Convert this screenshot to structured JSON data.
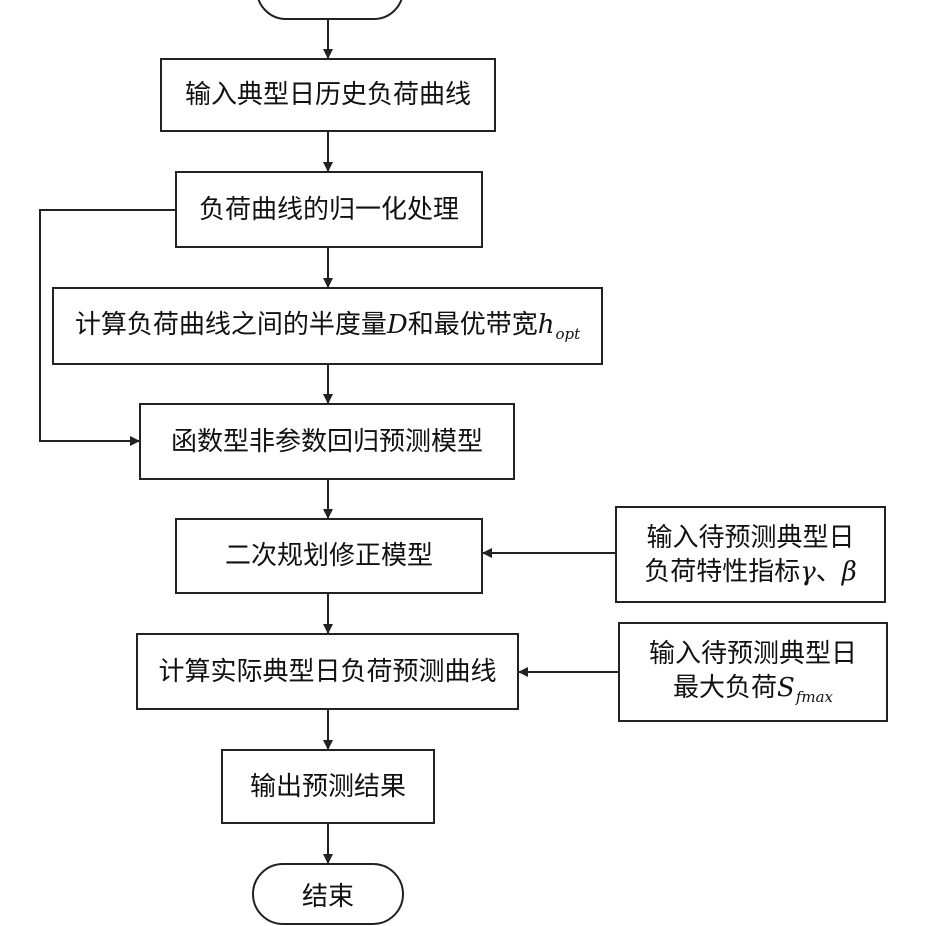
{
  "nodes": {
    "start": {
      "label": ""
    },
    "input_history": {
      "label": "输入典型日历史负荷曲线"
    },
    "normalize": {
      "label": "负荷曲线的归一化处理"
    },
    "compute": {
      "text": "计算负荷曲线之间的半度量",
      "sym_d": "D",
      "mid": "和最优带宽",
      "sym_h": "h",
      "sub_h": "opt"
    },
    "regression": {
      "label": "函数型非参数回归预测模型"
    },
    "qp": {
      "label": "二次规划修正模型"
    },
    "input_index": {
      "line1": "输入待预测典型日",
      "line2": "负荷特性指标",
      "sym_g": "γ",
      "sep": "、",
      "sym_b": "β"
    },
    "actual": {
      "label": "计算实际典型日负荷预测曲线"
    },
    "input_max": {
      "line1": "输入待预测典型日",
      "line2": "最大负荷",
      "sym_s": "S",
      "sub_s": "fmax"
    },
    "output": {
      "label": "输出预测结果"
    },
    "end": {
      "label": "结束"
    }
  },
  "colors": {
    "line": "#222222",
    "box_fill": "#ffffff",
    "text": "#111111"
  }
}
